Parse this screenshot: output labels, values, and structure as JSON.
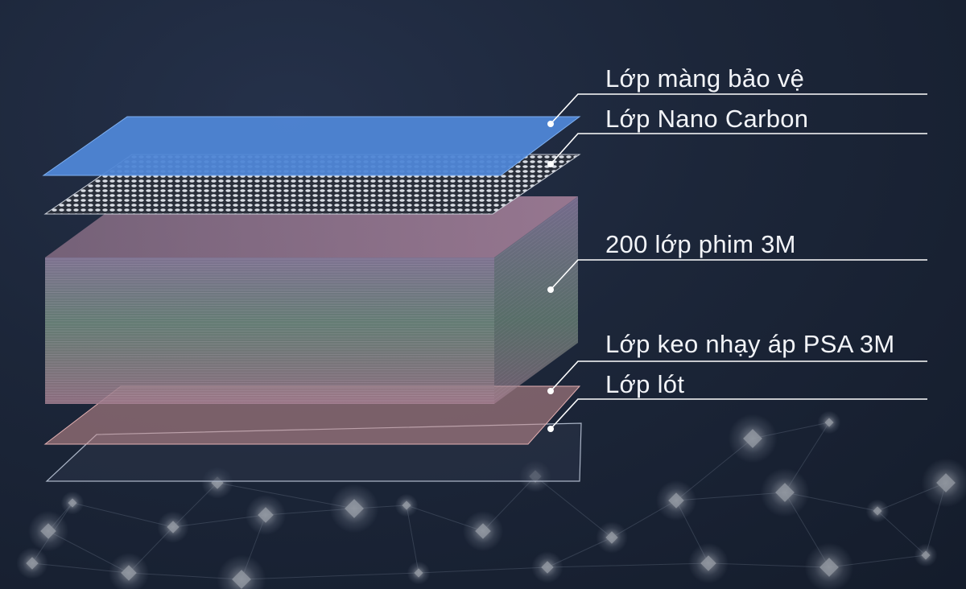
{
  "diagram": {
    "layers": [
      {
        "id": "protective",
        "label": "Lớp màng bảo vệ",
        "color": "#4f86d6"
      },
      {
        "id": "nano-carbon",
        "label": "Lớp Nano Carbon",
        "color": "#9aa3b3"
      },
      {
        "id": "film-3m",
        "label": "200 lớp phim 3M",
        "color": "#b98aa8"
      },
      {
        "id": "psa",
        "label": "Lớp keo nhạy áp PSA 3M",
        "color": "#c99092"
      },
      {
        "id": "liner",
        "label": "Lớp lót",
        "color": "#aab4c6"
      }
    ],
    "colors": {
      "background": "#1a2436",
      "leader_line": "#ffffff",
      "label_text": "#f2f4f8"
    }
  }
}
